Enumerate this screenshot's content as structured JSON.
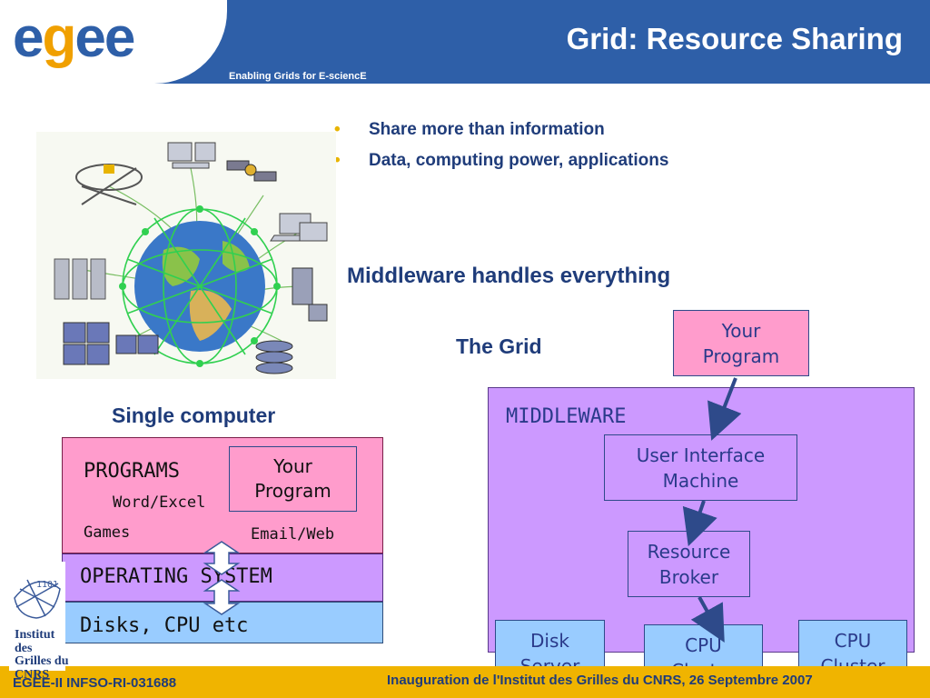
{
  "header": {
    "logo_text": "egee",
    "tagline": "Enabling Grids for E-sciencE",
    "title": "Grid: Resource Sharing",
    "colors": {
      "band": "#2e5fa8",
      "logo_blue": "#2e5fa8",
      "logo_orange": "#f0a000"
    }
  },
  "bullets": [
    "Share more than information",
    "Data, computing power, applications"
  ],
  "middleware_heading": "Middleware handles everything",
  "grid_heading": "The Grid",
  "single_computer": {
    "heading": "Single computer",
    "programs_label": "PROGRAMS",
    "word_excel": "Word/Excel",
    "games": "Games",
    "email_web": "Email/Web",
    "your_program": "Your\nProgram",
    "os_label": "OPERATING SYSTEM",
    "disks_label": "Disks, CPU etc",
    "colors": {
      "programs": "#ff9ccc",
      "os": "#cc99ff",
      "disks": "#99ccff"
    }
  },
  "grid": {
    "your_program": "Your\nProgram",
    "middleware_label": "MIDDLEWARE",
    "user_interface": "User Interface\nMachine",
    "resource_broker": "Resource\nBroker",
    "disk_server": "Disk\nServer",
    "cpu_cluster_1": "CPU\nCluster",
    "cpu_cluster_2": "CPU\nCluster"
  },
  "footer": {
    "left": "EGEE-II INFSO-RI-031688",
    "right": "Inauguration de l'Institut des Grilles du CNRS, 26 Septembre 2007",
    "institute_logo_text": "Institut des Grilles du CNRS",
    "color": "#f0b400"
  },
  "icons": [
    "globe-network-icon",
    "server-icon",
    "laptop-icon",
    "satellite-icon",
    "microscope-icon",
    "disk-stack-icon",
    "cluster-icon",
    "double-arrow-icon",
    "arrow-down-icon"
  ]
}
